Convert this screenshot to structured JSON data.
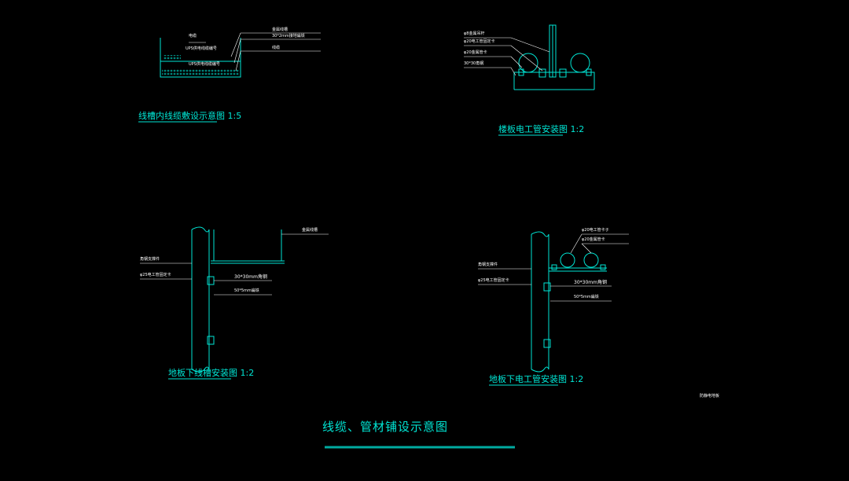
{
  "colors": {
    "line": "#00e5d4",
    "text": "#ffffff",
    "background": "#000000",
    "underline": "#00aaa0"
  },
  "diagram1": {
    "title": "线槽内线缆敷设示意图 1:5",
    "labels": [
      "电缆",
      "金属线槽",
      "30*2mm接地扁铁",
      "UPS供电线缆编号",
      "线缆",
      "UPS供电线缆编号"
    ]
  },
  "diagram2": {
    "title": "楼板电工管安装图 1:2",
    "labels": [
      "φ8金属吊杆",
      "φ20电工管固定卡",
      "φ20金属管卡",
      "30*30角钢"
    ]
  },
  "diagram3": {
    "title": "地板下线槽安装图 1:2",
    "labels": [
      "金属线槽",
      "角钢支撑件",
      "φ25电工管固定卡",
      "30*30mm角钢",
      "50*5mm扁铁"
    ]
  },
  "diagram4": {
    "title": "地板下电工管安装图 1:2",
    "labels": [
      "φ20电工管卡子",
      "φ20金属管卡",
      "角钢支撑件",
      "φ25电工管固定卡",
      "30*30mm角钢",
      "50*5mm扁铁"
    ]
  },
  "note": "防静电地板",
  "main_title": "线缆、管材铺设示意图"
}
